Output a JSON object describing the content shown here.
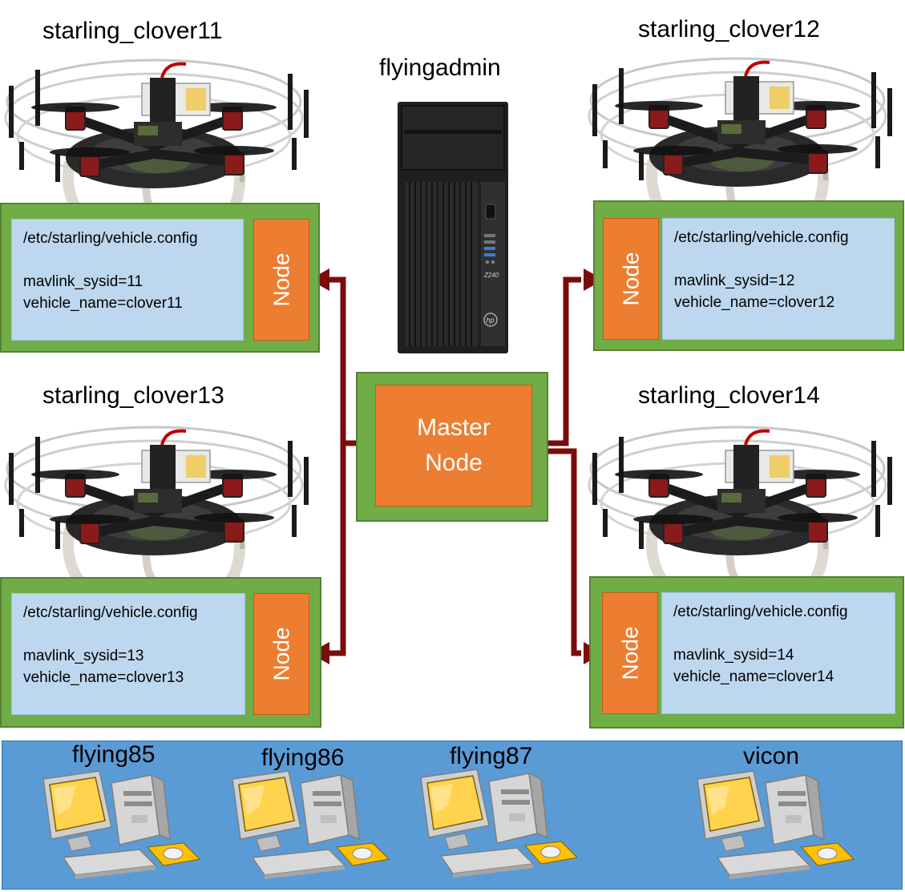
{
  "server": {
    "label": "flyingadmin",
    "model": "Z240",
    "brand": "hp"
  },
  "master": {
    "line1": "Master",
    "line2": "Node"
  },
  "vehicles": [
    {
      "title": "starling_clover11",
      "config_path": "/etc/starling/vehicle.config",
      "sysid": "mavlink_sysid=11",
      "name": "vehicle_name=clover11",
      "node": "Node"
    },
    {
      "title": "starling_clover12",
      "config_path": "/etc/starling/vehicle.config",
      "sysid": "mavlink_sysid=12",
      "name": "vehicle_name=clover12",
      "node": "Node"
    },
    {
      "title": "starling_clover13",
      "config_path": "/etc/starling/vehicle.config",
      "sysid": "mavlink_sysid=13",
      "name": "vehicle_name=clover13",
      "node": "Node"
    },
    {
      "title": "starling_clover14",
      "config_path": "/etc/starling/vehicle.config",
      "sysid": "mavlink_sysid=14",
      "name": "vehicle_name=clover14",
      "node": "Node"
    }
  ],
  "workstations": [
    {
      "label": "flying85"
    },
    {
      "label": "flying86"
    },
    {
      "label": "flying87"
    },
    {
      "label": "vicon"
    }
  ],
  "colors": {
    "green": "#70ad47",
    "light_blue": "#bdd7ee",
    "orange": "#ed7d31",
    "band_blue": "#5b9bd5",
    "connector": "#7b0c0c"
  }
}
